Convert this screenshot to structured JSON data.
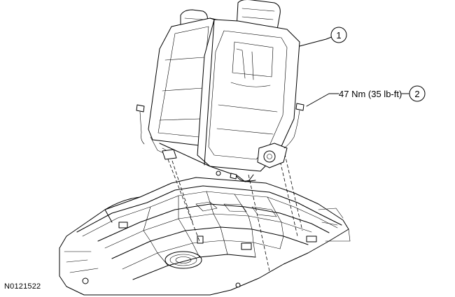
{
  "callouts": [
    {
      "number": "1"
    },
    {
      "number": "2",
      "label": "47 Nm (35 lb-ft)"
    }
  ],
  "figure_id": "N0121522"
}
